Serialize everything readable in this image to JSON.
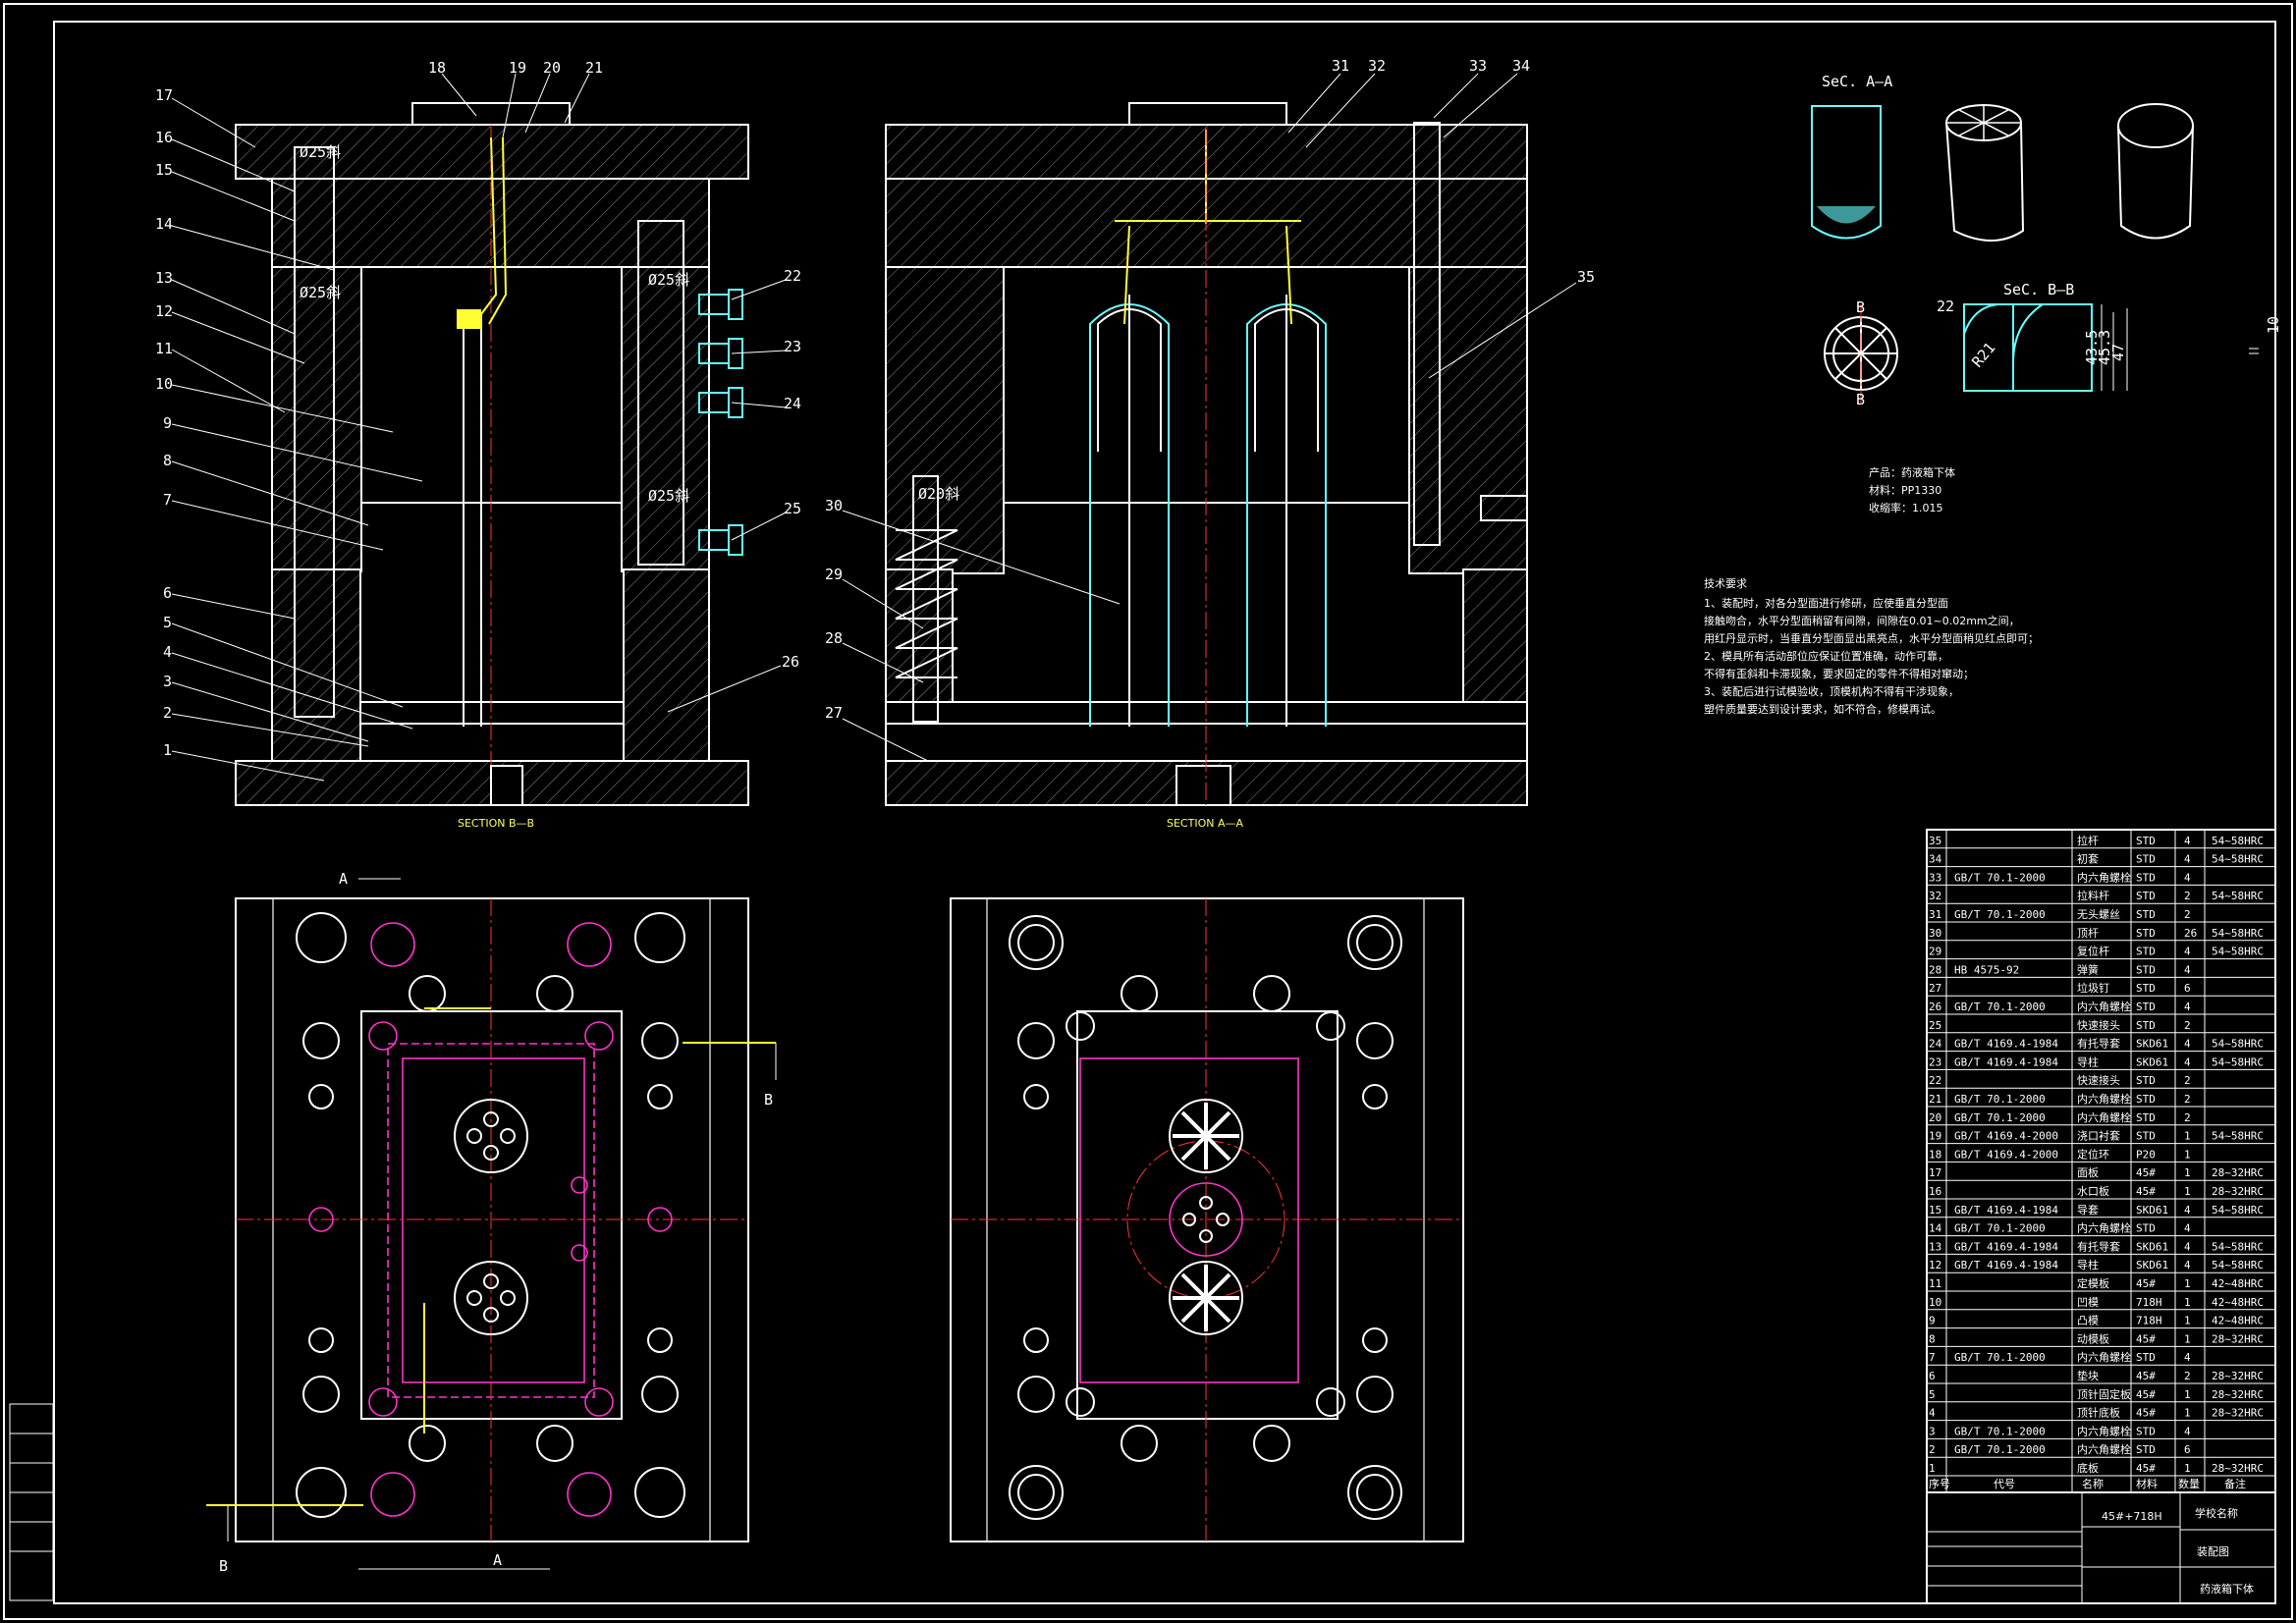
{
  "sections": {
    "b_b": "SECTION B—B",
    "a_a": "SECTION A—A"
  },
  "callouts_left": [
    "17",
    "16",
    "15",
    "14",
    "13",
    "12",
    "11",
    "10",
    "9",
    "8",
    "7",
    "6",
    "5",
    "4",
    "3",
    "2",
    "1"
  ],
  "callouts_top_left": [
    "18",
    "19",
    "20",
    "21"
  ],
  "callouts_right_left": [
    "22",
    "23",
    "24",
    "25",
    "26"
  ],
  "callouts_top_right": [
    "31",
    "32",
    "33",
    "34"
  ],
  "callouts_mid_right": [
    "35",
    "30",
    "29",
    "28",
    "27"
  ],
  "dims": {
    "d25a": "Ø25斜",
    "d25b": "Ø25斜",
    "d25c": "Ø25斜",
    "d25d": "Ø25斜",
    "d20": "Ø20斜"
  },
  "plan_marks": {
    "a_top": "A",
    "a_bottom": "A",
    "b_right": "B",
    "b_left": "B"
  },
  "part_views": {
    "sec_aa": "SeC. A—A",
    "sec_bb": "SeC. B—B",
    "b_top": "B",
    "b_bottom": "B",
    "dim22": "22",
    "dim435": "43.5",
    "dim453": "45.3",
    "dim47": "47",
    "r21": "R21",
    "edge10": "10"
  },
  "product": {
    "name": "产品：药液箱下体",
    "material": "材料：PP1330",
    "shrink": "收缩率：1.015"
  },
  "tech": {
    "title": "技术要求",
    "lines": [
      "1、装配时，对各分型面进行修研，应使垂直分型面",
      "接触吻合，水平分型面稍留有间隙，间隙在0.01~0.02mm之间，",
      "用红丹显示时，当垂直分型面显出黑亮点，水平分型面稍见红点即可；",
      "2、模具所有活动部位应保证位置准确，动作可靠，",
      "不得有歪斜和卡滞现象，要求固定的零件不得相对窜动；",
      "3、装配后进行试模验收，顶模机构不得有干涉现象，",
      "塑件质量要达到设计要求，如不符合，修模再试。"
    ]
  },
  "bom": {
    "rows": [
      {
        "no": "35",
        "code": "",
        "name": "拉杆",
        "mat": "STD",
        "qty": "4",
        "note": "54~58HRC"
      },
      {
        "no": "34",
        "code": "",
        "name": "初套",
        "mat": "STD",
        "qty": "4",
        "note": "54~58HRC"
      },
      {
        "no": "33",
        "code": "GB/T 70.1-2000",
        "name": "内六角螺栓",
        "mat": "STD",
        "qty": "4",
        "note": ""
      },
      {
        "no": "32",
        "code": "",
        "name": "拉料杆",
        "mat": "STD",
        "qty": "2",
        "note": "54~58HRC"
      },
      {
        "no": "31",
        "code": "GB/T 70.1-2000",
        "name": "无头螺丝",
        "mat": "STD",
        "qty": "2",
        "note": ""
      },
      {
        "no": "30",
        "code": "",
        "name": "顶杆",
        "mat": "STD",
        "qty": "26",
        "note": "54~58HRC"
      },
      {
        "no": "29",
        "code": "",
        "name": "复位杆",
        "mat": "STD",
        "qty": "4",
        "note": "54~58HRC"
      },
      {
        "no": "28",
        "code": "HB 4575-92",
        "name": "弹簧",
        "mat": "STD",
        "qty": "4",
        "note": ""
      },
      {
        "no": "27",
        "code": "",
        "name": "垃圾钉",
        "mat": "STD",
        "qty": "6",
        "note": ""
      },
      {
        "no": "26",
        "code": "GB/T 70.1-2000",
        "name": "内六角螺栓",
        "mat": "STD",
        "qty": "4",
        "note": ""
      },
      {
        "no": "25",
        "code": "",
        "name": "快速接头",
        "mat": "STD",
        "qty": "2",
        "note": ""
      },
      {
        "no": "24",
        "code": "GB/T 4169.4-1984",
        "name": "有托导套",
        "mat": "SKD61",
        "qty": "4",
        "note": "54~58HRC"
      },
      {
        "no": "23",
        "code": "GB/T 4169.4-1984",
        "name": "导柱",
        "mat": "SKD61",
        "qty": "4",
        "note": "54~58HRC"
      },
      {
        "no": "22",
        "code": "",
        "name": "快速接头",
        "mat": "STD",
        "qty": "2",
        "note": ""
      },
      {
        "no": "21",
        "code": "GB/T 70.1-2000",
        "name": "内六角螺栓",
        "mat": "STD",
        "qty": "2",
        "note": ""
      },
      {
        "no": "20",
        "code": "GB/T 70.1-2000",
        "name": "内六角螺栓",
        "mat": "STD",
        "qty": "2",
        "note": ""
      },
      {
        "no": "19",
        "code": "GB/T 4169.4-2000",
        "name": "浇口衬套",
        "mat": "STD",
        "qty": "1",
        "note": "54~58HRC"
      },
      {
        "no": "18",
        "code": "GB/T 4169.4-2000",
        "name": "定位环",
        "mat": "P20",
        "qty": "1",
        "note": ""
      },
      {
        "no": "17",
        "code": "",
        "name": "面板",
        "mat": "45#",
        "qty": "1",
        "note": "28~32HRC"
      },
      {
        "no": "16",
        "code": "",
        "name": "水口板",
        "mat": "45#",
        "qty": "1",
        "note": "28~32HRC"
      },
      {
        "no": "15",
        "code": "GB/T 4169.4-1984",
        "name": "导套",
        "mat": "SKD61",
        "qty": "4",
        "note": "54~58HRC"
      },
      {
        "no": "14",
        "code": "GB/T 70.1-2000",
        "name": "内六角螺栓",
        "mat": "STD",
        "qty": "4",
        "note": ""
      },
      {
        "no": "13",
        "code": "GB/T 4169.4-1984",
        "name": "有托导套",
        "mat": "SKD61",
        "qty": "4",
        "note": "54~58HRC"
      },
      {
        "no": "12",
        "code": "GB/T 4169.4-1984",
        "name": "导柱",
        "mat": "SKD61",
        "qty": "4",
        "note": "54~58HRC"
      },
      {
        "no": "11",
        "code": "",
        "name": "定模板",
        "mat": "45#",
        "qty": "1",
        "note": "42~48HRC"
      },
      {
        "no": "10",
        "code": "",
        "name": "凹模",
        "mat": "718H",
        "qty": "1",
        "note": "42~48HRC"
      },
      {
        "no": "9",
        "code": "",
        "name": "凸模",
        "mat": "718H",
        "qty": "1",
        "note": "42~48HRC"
      },
      {
        "no": "8",
        "code": "",
        "name": "动模板",
        "mat": "45#",
        "qty": "1",
        "note": "28~32HRC"
      },
      {
        "no": "7",
        "code": "GB/T 70.1-2000",
        "name": "内六角螺栓",
        "mat": "STD",
        "qty": "4",
        "note": ""
      },
      {
        "no": "6",
        "code": "",
        "name": "垫块",
        "mat": "45#",
        "qty": "2",
        "note": "28~32HRC"
      },
      {
        "no": "5",
        "code": "",
        "name": "顶针固定板",
        "mat": "45#",
        "qty": "1",
        "note": "28~32HRC"
      },
      {
        "no": "4",
        "code": "",
        "name": "顶针底板",
        "mat": "45#",
        "qty": "1",
        "note": "28~32HRC"
      },
      {
        "no": "3",
        "code": "GB/T 70.1-2000",
        "name": "内六角螺栓",
        "mat": "STD",
        "qty": "4",
        "note": ""
      },
      {
        "no": "2",
        "code": "GB/T 70.1-2000",
        "name": "内六角螺栓",
        "mat": "STD",
        "qty": "6",
        "note": ""
      },
      {
        "no": "1",
        "code": "",
        "name": "底板",
        "mat": "45#",
        "qty": "1",
        "note": "28~32HRC"
      }
    ],
    "header": {
      "no": "序号",
      "code": "代号",
      "name": "名称",
      "mat": "材料",
      "qty": "数量",
      "note": "备注"
    }
  },
  "titleblock": {
    "material": "45#+718H",
    "school": "学校名称",
    "drawing": "装配图",
    "part": "药液箱下体"
  }
}
